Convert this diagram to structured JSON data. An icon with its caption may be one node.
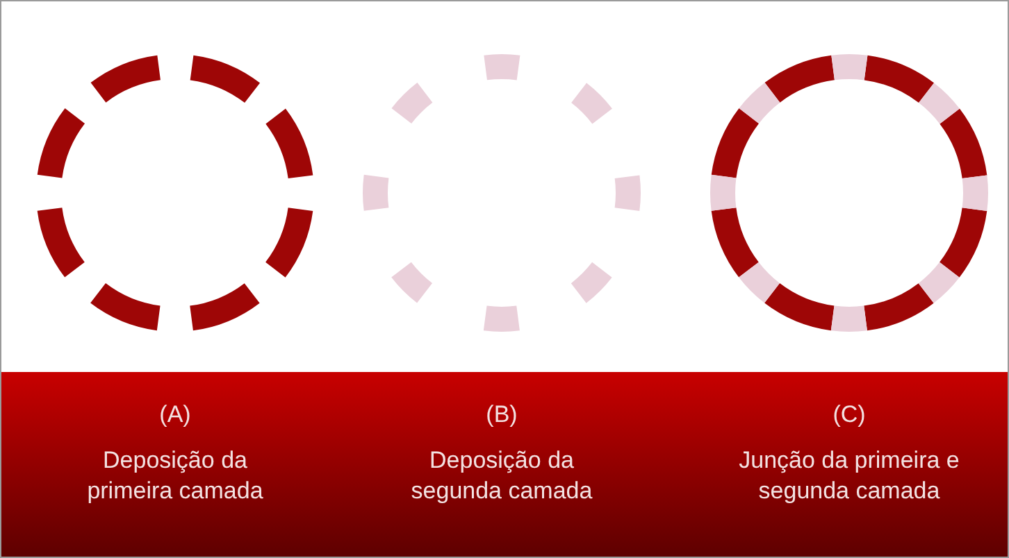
{
  "diagram": {
    "labels": [
      "(A)",
      "Deposição da primeira camada",
      "(B)",
      "Deposição da segunda camada",
      "(C)",
      "Junção da primeira e segunda camada"
    ]
  }
}
